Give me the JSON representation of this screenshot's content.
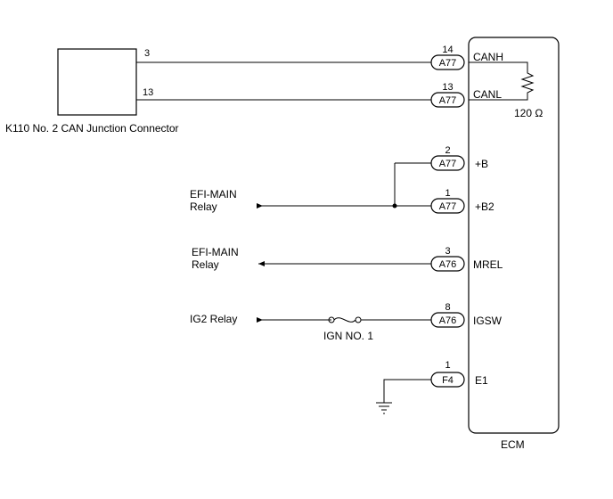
{
  "junction_connector": {
    "label": "K110 No. 2 CAN Junction Connector",
    "pin_canh": "3",
    "pin_canl": "13"
  },
  "ecm": {
    "label": "ECM",
    "resistor_label": "120 Ω"
  },
  "ecm_pins": [
    {
      "connector": "A77",
      "pin": "14",
      "signal": "CANH"
    },
    {
      "connector": "A77",
      "pin": "13",
      "signal": "CANL"
    },
    {
      "connector": "A77",
      "pin": "2",
      "signal": "+B"
    },
    {
      "connector": "A77",
      "pin": "1",
      "signal": "+B2"
    },
    {
      "connector": "A76",
      "pin": "3",
      "signal": "MREL"
    },
    {
      "connector": "A76",
      "pin": "8",
      "signal": "IGSW"
    },
    {
      "connector": "F4",
      "pin": "1",
      "signal": "E1"
    }
  ],
  "sources": {
    "efi_main_relay_in_line1": "EFI-MAIN",
    "efi_main_relay_in_line2": "Relay",
    "efi_main_relay_out_line1": "EFI-MAIN",
    "efi_main_relay_out_line2": "Relay",
    "ig2_relay": "IG2 Relay"
  },
  "fuse": {
    "label": "IGN NO. 1"
  }
}
